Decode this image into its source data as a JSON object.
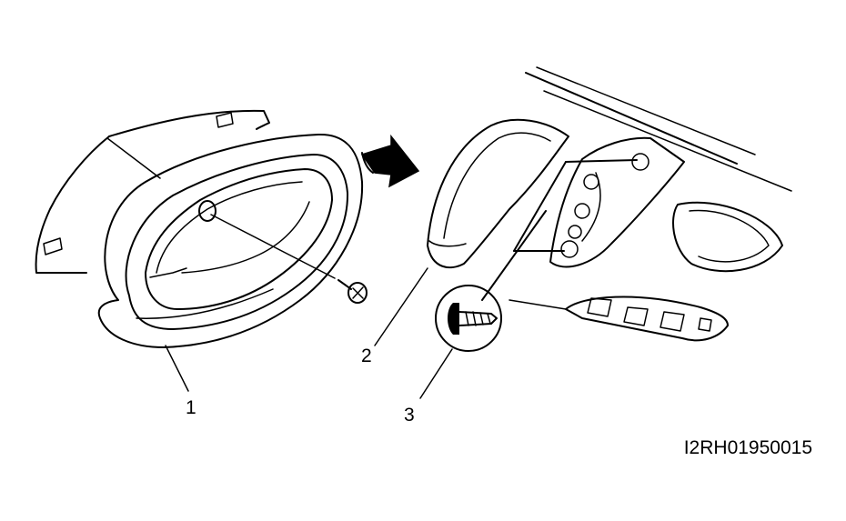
{
  "callouts": {
    "c1": "1",
    "c2": "2",
    "c3": "3"
  },
  "figure_id": "I2RH01950015"
}
